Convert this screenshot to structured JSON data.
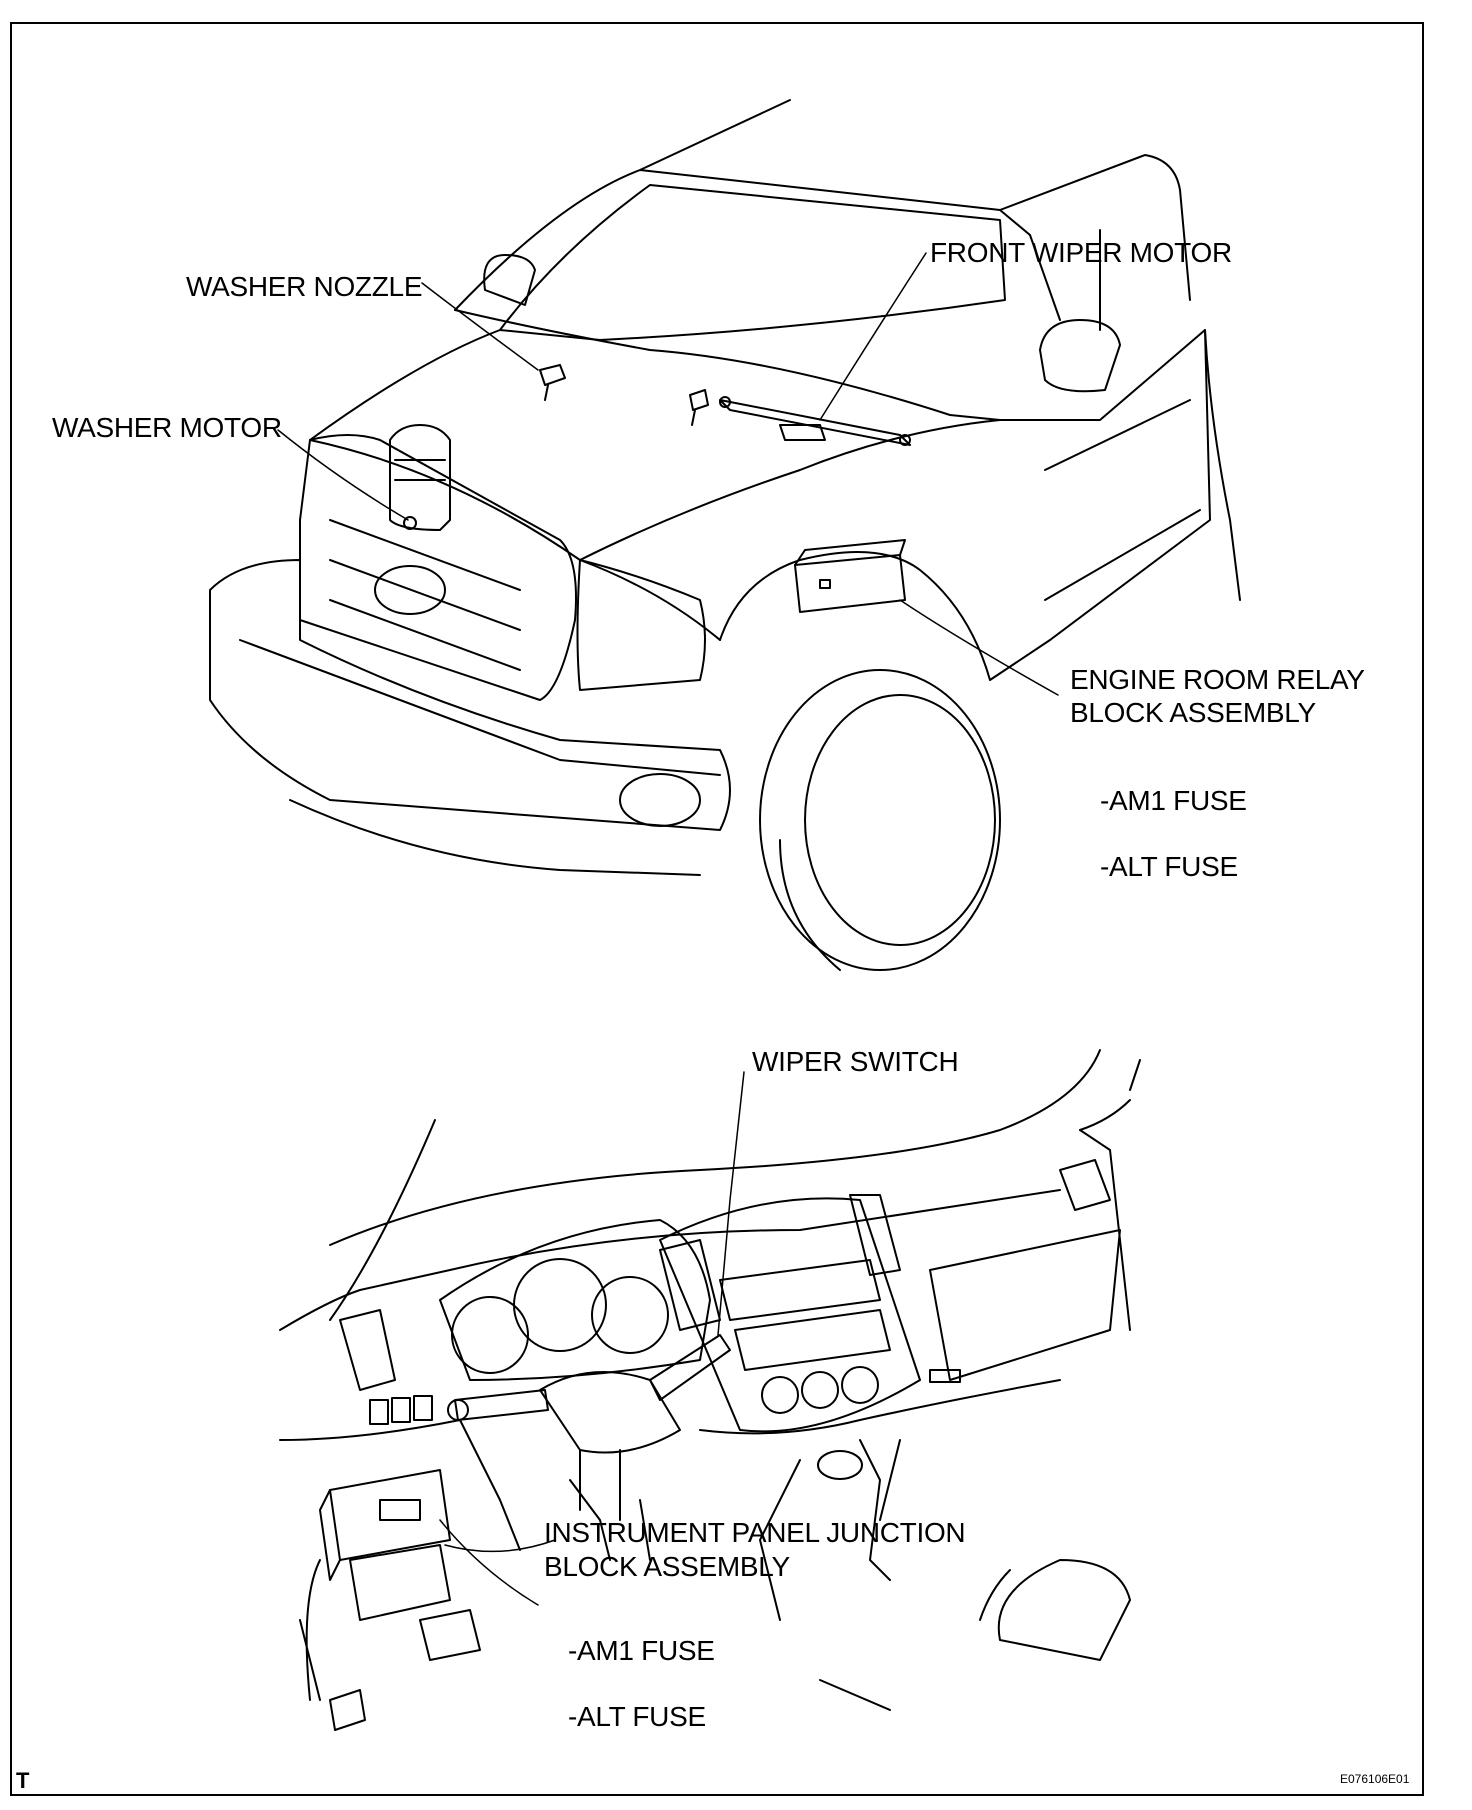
{
  "labels": {
    "washer_nozzle": "WASHER NOZZLE",
    "front_wiper_motor": "FRONT WIPER MOTOR",
    "washer_motor": "WASHER MOTOR",
    "engine_room_relay_line1": "ENGINE ROOM RELAY",
    "engine_room_relay_line2": "BLOCK ASSEMBLY",
    "engine_am1_fuse": "-AM1 FUSE",
    "engine_alt_fuse": "-ALT FUSE",
    "wiper_switch": "WIPER SWITCH",
    "ip_junction_line1": "INSTRUMENT PANEL JUNCTION",
    "ip_junction_line2": "BLOCK ASSEMBLY",
    "ip_am1_fuse": "-AM1 FUSE",
    "ip_alt_fuse": "-ALT FUSE"
  },
  "footer": {
    "left_mark": "T",
    "figure_code": "E076106E01"
  }
}
